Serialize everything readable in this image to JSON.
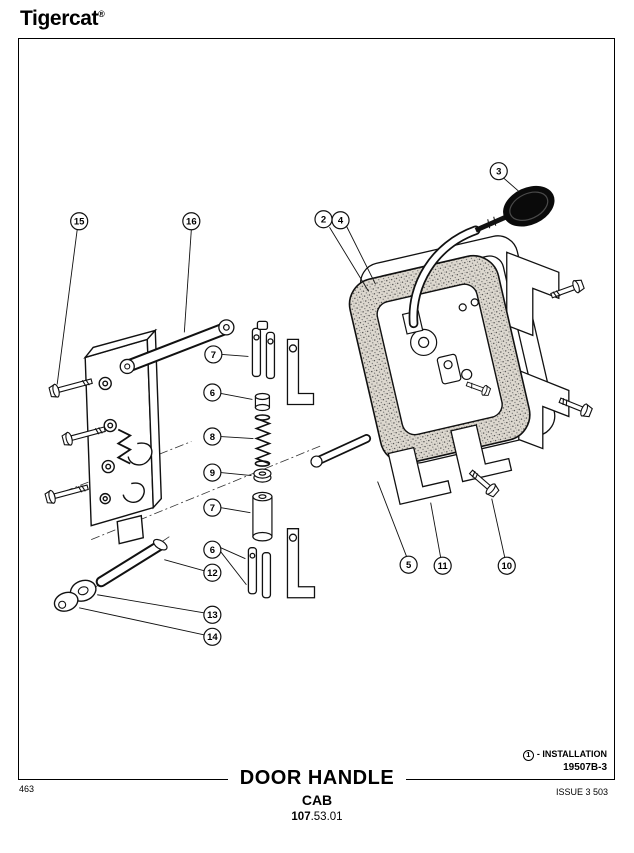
{
  "brand": {
    "name": "Tigercat",
    "reg": "®"
  },
  "callouts": [
    "15",
    "16",
    "2",
    "4",
    "3",
    "7",
    "6",
    "8",
    "9",
    "7",
    "6",
    "12",
    "13",
    "14",
    "5",
    "11",
    "10"
  ],
  "legend": {
    "callout": "1",
    "label": "- INSTALLATION",
    "part_number": "19507B-3"
  },
  "footer": {
    "page_code": "463",
    "title": "DOOR HANDLE",
    "subtitle": "CAB",
    "section_bold": "107",
    "section_rest": ".53.01",
    "issue": "ISSUE 3 503"
  }
}
